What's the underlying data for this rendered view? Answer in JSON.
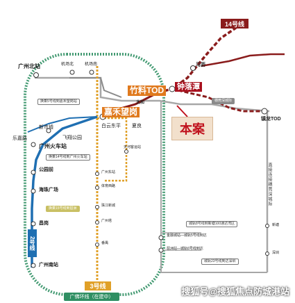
{
  "colors": {
    "background": "#ffffff",
    "line14": "#8a1c1c",
    "line3": "#e0a028",
    "line2": "#1f6fb2",
    "guangfo_loop": "#2f8f63",
    "intercity": "#9a9a9a",
    "highlight_orange": "#e07a1e",
    "project_red": "#c0121d"
  },
  "lines": {
    "line14": "14号线",
    "line3": "3号线",
    "line2": "2号线",
    "guangfo_loop": "广佛环线（在建中）"
  },
  "stations": {
    "guangzhou_north": "广州北站",
    "airport_north": "机场北",
    "airport_south": "机场南",
    "zhuliao_tod": "竹料TOD",
    "shenhutan": "钟落潭",
    "malan": "马沥",
    "zhenlong_tod": "镇龙TOD",
    "jiahe_wanggang": "嘉禾望岗",
    "baiyun_dongping": "白云东平",
    "xialiang": "夏良",
    "taihe": "太和",
    "xinshi_xu": "新市墟",
    "feixiang_park": "飞翔公园",
    "lecai_road": "乐嘉路",
    "guangzhou_railway": "广州火车站",
    "gongyuan_qian": "公园前",
    "haizhu_square": "海珠广场",
    "changgang": "昌岗",
    "guangzhou_south": "广州南站",
    "tianhe_keyunzhan": "天河客运站",
    "guangzhou_east": "广州东站",
    "tiyu_xilu": "体育西路",
    "zhujiang_xincheng": "珠江新城",
    "guangzhou_ta": "广州塔",
    "panyu": "番禺",
    "xintang": "新塘",
    "shenzhen": "深圳",
    "jinrong_city": "金融城站",
    "pazhou": "琶洲站"
  },
  "tags": {
    "line5": "换乘5号线到嘉禾望岗站",
    "line14_gz": "换乘14号线到广州火车站",
    "line15": "换乘15号线到琶洲",
    "zhenlong_east": "穗莞深城际",
    "intercity_8": "城轨8号线到新塘100通达湾区",
    "jinrong_5": "金融城站—城轨5号线到达",
    "pazhou_6": "琶洲站—城轨6号线到达",
    "intercity_23": "城轨23号线到达深圳"
  },
  "vertical_note": "直接连接穗莞深城际",
  "project_label": "本案",
  "watermark": "搜狐号@搜狐焦点防城港站"
}
